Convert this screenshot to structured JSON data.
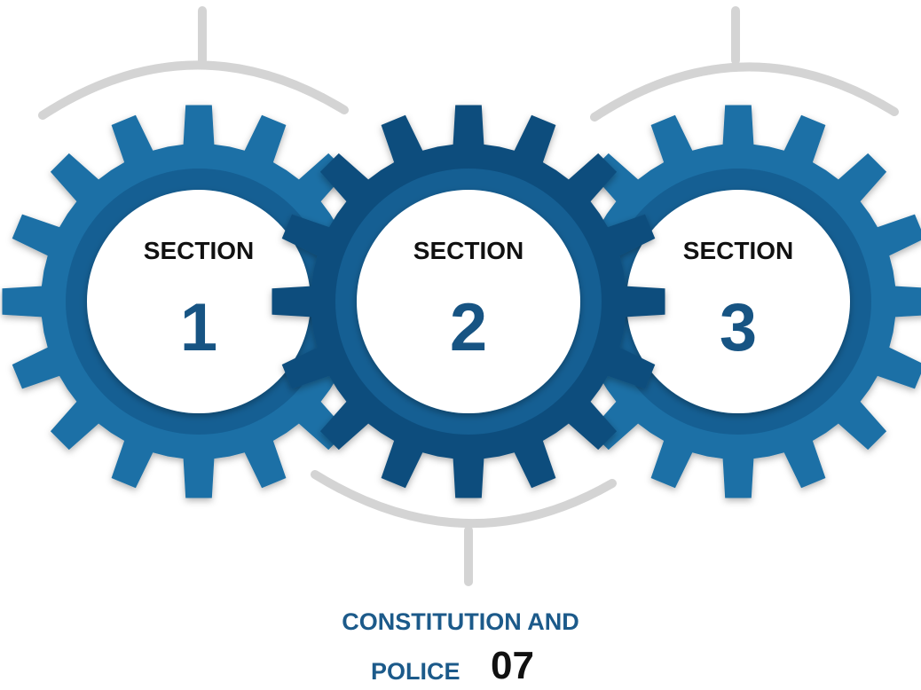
{
  "colors": {
    "gear_blue": "#1a6fa6",
    "gear_dark": "#0f4e7d",
    "gear_ring": "#155f93",
    "label_blue": "#1c5a8a",
    "number_blue": "#175483",
    "arc_grey": "#d4d4d4"
  },
  "gears": [
    {
      "label": "SECTION",
      "number": "1"
    },
    {
      "label": "SECTION",
      "number": "2"
    },
    {
      "label": "SECTION",
      "number": "3"
    }
  ],
  "footer": {
    "title": "CONSTITUTION AND",
    "word": "POLICE",
    "page": "07"
  }
}
